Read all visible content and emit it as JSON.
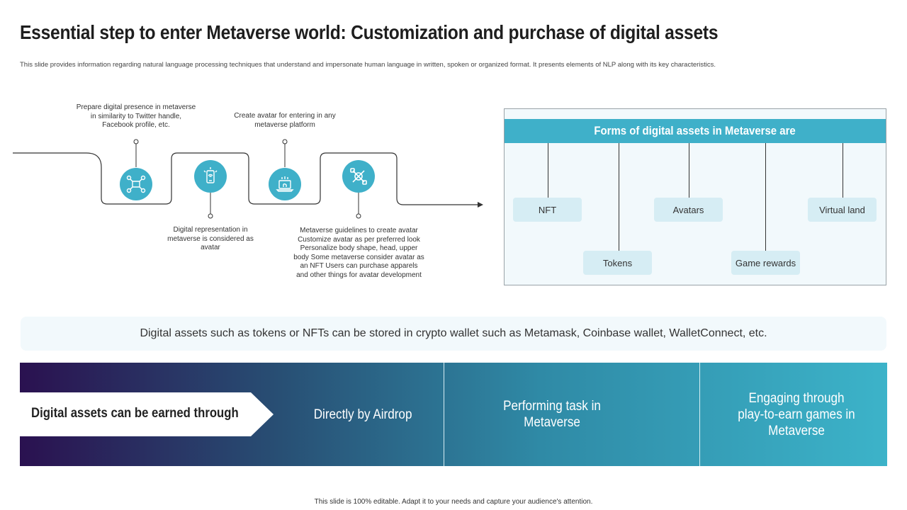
{
  "slide": {
    "title": "Essential step to enter Metaverse world: Customization and purchase of digital assets",
    "subtitle": "This slide provides information regarding natural language processing techniques that understand and impersonate human language in written, spoken or organized format. It presents elements of NLP along with its key characteristics.",
    "footer": "This slide is 100% editable. Adapt it to your needs and capture your audience's attention."
  },
  "flow": {
    "steps": [
      {
        "icon": "network-devices-icon",
        "note": "Prepare digital presence in metaverse in similarity to Twitter handle, Facebook profile, etc."
      },
      {
        "icon": "smartphone-icon",
        "note": "Digital representation in metaverse is considered as avatar"
      },
      {
        "icon": "laptop-icon",
        "note": "Create avatar for entering in any metaverse platform"
      },
      {
        "icon": "tools-icon",
        "note": "Metaverse guidelines to create avatar Customize avatar as per preferred look Personalize body shape, head, upper body Some metaverse consider avatar as an NFT Users can purchase apparels and other things for avatar development"
      }
    ]
  },
  "assets": {
    "header": "Forms of digital assets in Metaverse are",
    "items": [
      "NFT",
      "Tokens",
      "Avatars",
      "Game rewards",
      "Virtual land"
    ]
  },
  "wallet_note": "Digital assets such as tokens or NFTs can be stored in crypto wallet such as Metamask, Coinbase wallet, WalletConnect, etc.",
  "earn": {
    "label": "Digital assets can be earned through",
    "items": [
      "Directly by Airdrop",
      "Performing task in Metaverse",
      "Engaging through play-to-earn games in Metaverse"
    ]
  },
  "colors": {
    "accent": "#3fb0c9",
    "panel_bg": "#f2f9fc",
    "box_bg": "#d6edf4",
    "gradient_start": "#2a1150",
    "gradient_end": "#3cb3c9"
  }
}
